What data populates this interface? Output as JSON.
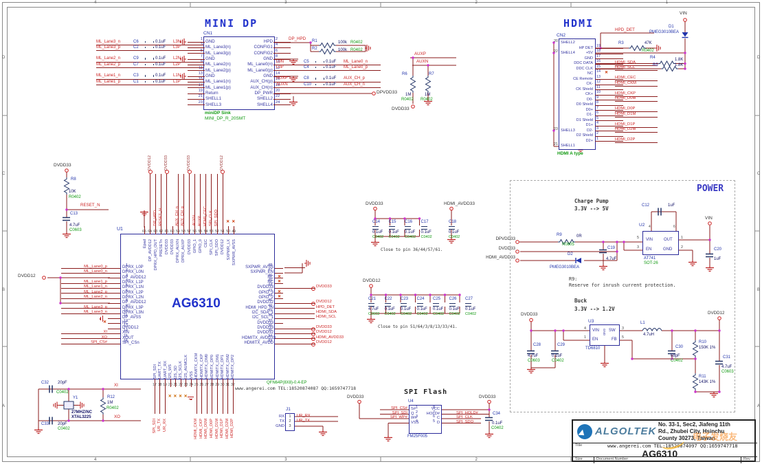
{
  "colors": {
    "wire": "#8a1a1a",
    "net_label": "#cc2222",
    "designator": "#2233aa",
    "value": "#111166",
    "footprint": "#119911",
    "pin_name": "#3333a0",
    "section_title": "#2233cc",
    "ground": "#bb2222",
    "junction": "#cc33cc"
  },
  "border": {
    "cols": [
      "4",
      "3",
      "2",
      "1"
    ],
    "rows": [
      "D",
      "C",
      "B",
      "A"
    ]
  },
  "minidp": {
    "title": "MINI DP",
    "connector": {
      "ref": "CN1",
      "desc": "miniDP Sink",
      "footprint": "MINI_DP_R_20SMT",
      "left_pins": [
        {
          "n": "1",
          "name": "GND"
        },
        {
          "n": "3",
          "name": "ML_Lane3(n)"
        },
        {
          "n": "5",
          "name": "ML_Lane3(p)"
        },
        {
          "n": "7",
          "name": "GND"
        },
        {
          "n": "9",
          "name": "ML_Lane2(n)"
        },
        {
          "n": "11",
          "name": "ML_Lane2(p)"
        },
        {
          "n": "13",
          "name": "GND"
        },
        {
          "n": "15",
          "name": "ML_Lane1(n)"
        },
        {
          "n": "17",
          "name": "ML_Lane1(p)"
        },
        {
          "n": "19",
          "name": "Return"
        },
        {
          "n": "21",
          "name": "SHELL1"
        },
        {
          "n": "23",
          "name": "SHELL3"
        }
      ],
      "right_pins": [
        {
          "n": "2",
          "name": "HPD"
        },
        {
          "n": "4",
          "name": "CONFIG1"
        },
        {
          "n": "6",
          "name": "CONFIG2"
        },
        {
          "n": "8",
          "name": "GND"
        },
        {
          "n": "10",
          "name": "ML_Lane0(n)"
        },
        {
          "n": "12",
          "name": "ML_Lane0(p)"
        },
        {
          "n": "14",
          "name": "GND"
        },
        {
          "n": "16",
          "name": "AUX_CH(p)"
        },
        {
          "n": "18",
          "name": "AUX_CH(n)"
        },
        {
          "n": "20",
          "name": "DP_PWR"
        },
        {
          "n": "22",
          "name": "SHELL2"
        },
        {
          "n": "24",
          "name": "SHELL4"
        }
      ]
    },
    "input_caps": [
      {
        "net": "ML_Lane3_n",
        "ref": "C6",
        "val": "0.1uF",
        "out": "L3N"
      },
      {
        "net": "ML_Lane3_p",
        "ref": "C2",
        "val": "0.1uF",
        "out": "L3P"
      },
      {
        "net": "ML_Lane2_n",
        "ref": "C9",
        "val": "0.1uF",
        "out": "L2N"
      },
      {
        "net": "ML_Lane2_p",
        "ref": "C7",
        "val": "0.1uF",
        "out": "L2P"
      },
      {
        "net": "ML_Lane1_n",
        "ref": "C3",
        "val": "0.1uF",
        "out": "L1N"
      },
      {
        "net": "ML_Lane1_p",
        "ref": "C1",
        "val": "0.1uF",
        "out": "L1P"
      }
    ],
    "output_caps": [
      {
        "in": "L0N",
        "ref": "C5",
        "val": "0.1uF",
        "out": "ML_Lane0_n"
      },
      {
        "in": "L0P",
        "ref": "C4",
        "val": "0.1uF",
        "out": "ML_Lane0_p"
      },
      {
        "in": "AUXP",
        "ref": "C8",
        "val": "0.1uF",
        "out": "AUX_CH_p"
      },
      {
        "in": "AUXN",
        "ref": "C10",
        "val": "0.1uF",
        "out": "AUX_CH_n"
      }
    ],
    "dp_hpd": "DP_HPD",
    "r1": {
      "ref": "R1",
      "val": "100k",
      "fp": "R0402"
    },
    "r2": {
      "ref": "R2",
      "val": "100k",
      "fp": "R0402"
    },
    "dp_pwr": "DPVDD33",
    "auxp": "AUXP",
    "auxn": "AUXN",
    "r6": {
      "ref": "R6",
      "val": "1M",
      "fp": "R0402"
    },
    "r7": {
      "ref": "R7",
      "val": "1M",
      "fp": "R0402"
    },
    "aux_rail": "DVDD33"
  },
  "hdmi": {
    "title": "HDMI",
    "connector": {
      "ref": "CN2",
      "type": "HDMI A type",
      "pins": [
        {
          "left": "SHELL2",
          "nl": "20"
        },
        {
          "n": "19",
          "name": "HP DET",
          "w": true
        },
        {
          "left": "SHELL4",
          "n": "18",
          "name": "+5V",
          "w": true,
          "nl": "22"
        },
        {
          "n": "17",
          "name": "GND",
          "w": true
        },
        {
          "n": "16",
          "name": "DDC DATA",
          "w": true,
          "sig": "HDMI_SDA"
        },
        {
          "n": "15",
          "name": "DDC CLK",
          "w": true,
          "sig": "HDMI_SCL"
        },
        {
          "n": "14",
          "name": "NC",
          "x": true
        },
        {
          "n": "13",
          "name": "CE Remote",
          "w": true,
          "sig": "HDMI_CEC"
        },
        {
          "n": "12",
          "name": "CK-",
          "w": true,
          "sig": "HDMI_CKM"
        },
        {
          "n": "11",
          "name": "CK Shield",
          "w": true
        },
        {
          "n": "10",
          "name": "CK+",
          "w": true,
          "sig": "HDMI_CKP"
        },
        {
          "n": "9",
          "name": "D0-",
          "w": true,
          "sig": "HDMI_D0M"
        },
        {
          "n": "8",
          "name": "D0 Shield",
          "w": true
        },
        {
          "n": "7",
          "name": "D0+",
          "w": true,
          "sig": "HDMI_D0P"
        },
        {
          "n": "6",
          "name": "D1-",
          "w": true,
          "sig": "HDMI_D1M"
        },
        {
          "n": "5",
          "name": "D1 Shield",
          "w": true
        },
        {
          "n": "4",
          "name": "D1+",
          "w": true,
          "sig": "HDMI_D1P"
        },
        {
          "left": "SHELL3",
          "n": "3",
          "name": "D2-",
          "w": true,
          "sig": "HDMI_D2M",
          "nl": "23"
        },
        {
          "n": "2",
          "name": "D2 Shield",
          "w": true
        },
        {
          "n": "1",
          "name": "D2+",
          "w": true,
          "sig": "HDMI_D2P"
        },
        {
          "left": "SHELL1",
          "nl": "21"
        }
      ]
    },
    "hpd": "HPD_DET",
    "r3": {
      "ref": "R3",
      "val": "47K",
      "fp": "R0402"
    },
    "r4": {
      "ref": "R4",
      "val": "1.8K"
    },
    "r5": {
      "ref": "R5",
      "val": "1.8K"
    },
    "d1": {
      "ref": "D1",
      "val": "PMEG3010BEA"
    },
    "vin": "VIN"
  },
  "chip": {
    "ref": "U1",
    "name": "AG6310",
    "package": "QFN64P(8X8)-0.4-EP",
    "vendor": "www.angerei.com TEL:18520874087 QQ:1659747718",
    "left_rail": "DVDD12",
    "left_pins": [
      {
        "n": "1",
        "name": "DPRX_L0P",
        "lab": "ML_Lane0_p",
        "long": true
      },
      {
        "n": "2",
        "name": "DPRX_L0N",
        "lab": "ML_Lane0_n",
        "long": true
      },
      {
        "n": "3",
        "name": "DP_AVDD12"
      },
      {
        "n": "4",
        "name": "DPRX_L1P",
        "lab": "ML_Lane1_p",
        "long": true
      },
      {
        "n": "5",
        "name": "DPRX_L1N",
        "lab": "ML_Lane1_n",
        "long": true
      },
      {
        "n": "6",
        "name": "DPRX_L2P",
        "lab": "ML_Lane2_p",
        "long": true
      },
      {
        "n": "7",
        "name": "DPRX_L2N",
        "lab": "ML_Lane2_n",
        "long": true
      },
      {
        "n": "8",
        "name": "DP_AVDD12"
      },
      {
        "n": "9",
        "name": "DPRX_L3P",
        "lab": "ML_Lane3_p",
        "long": true
      },
      {
        "n": "10",
        "name": "DPRX_L3N",
        "lab": "ML_Lane3_n",
        "long": true
      },
      {
        "n": "11",
        "name": "DP_AVSS",
        "gnd": true
      },
      {
        "n": "12",
        "name": "NC",
        "x": true
      },
      {
        "n": "13",
        "name": "DVDD12"
      },
      {
        "n": "14",
        "name": "XIN",
        "lab": "XI",
        "long": true
      },
      {
        "n": "15",
        "name": "XOUT",
        "lab": "XO",
        "long": true
      },
      {
        "n": "16",
        "name": "SPI_CSn",
        "lab": "SPI_CS#",
        "long": true
      }
    ],
    "right_pins": [
      {
        "n": "48",
        "name": "SXPWR_AVSS"
      },
      {
        "n": "47",
        "name": "SXPWR_EN"
      },
      {
        "n": "46",
        "name": "NC",
        "x": true
      },
      {
        "n": "45",
        "name": "NC",
        "x": true
      },
      {
        "n": "44",
        "name": "DVDD33",
        "lab": "DVDD33",
        "circ": true,
        "long": true
      },
      {
        "n": "43",
        "name": "GPIO_3",
        "x": true
      },
      {
        "n": "42",
        "name": "GPIO_2",
        "x": true
      },
      {
        "n": "41",
        "name": "DVDD12",
        "lab": "DVDD12",
        "circ": true,
        "long": true
      },
      {
        "n": "40",
        "name": "HDMI_HPD_IN",
        "lab": "HPD_DET",
        "long": true
      },
      {
        "n": "39",
        "name": "I2C_SDA_1",
        "lab": "HDMI_SDA",
        "long": true
      },
      {
        "n": "38",
        "name": "I2C_SCL_1",
        "lab": "HDMI_SCL",
        "long": true
      },
      {
        "n": "37",
        "name": "DVDD33"
      },
      {
        "n": "36",
        "name": "DVDD33",
        "lab": "DVDD33",
        "circ": true,
        "long": true
      },
      {
        "n": "35",
        "name": "DVDD12",
        "lab": "DVDD12",
        "circ": true,
        "long": true
      },
      {
        "n": "34",
        "name": "HDMITX_AVDD33",
        "lab": "HDMI_AVDD33",
        "circ": true,
        "long": true
      },
      {
        "n": "33",
        "name": "HDMITX_AVDD",
        "lab": "DVDD12",
        "circ": true,
        "long": true
      }
    ],
    "top_pins": [
      {
        "n": "65",
        "name": "Epad",
        "gnd": true
      },
      {
        "n": "64",
        "name": "DP_AVDD12",
        "pwr": "DVDD12",
        "deep": true
      },
      {
        "n": "63",
        "name": "DPRX_HPD_OUT",
        "lab": "DP_HPD",
        "deep": true
      },
      {
        "n": "62",
        "name": "PRESETn",
        "lab": "RESET_N",
        "deep": true
      },
      {
        "n": "61",
        "name": "DVDD33",
        "pwr": "DVDD33",
        "deep": true
      },
      {
        "n": "60",
        "name": "DVDD33"
      },
      {
        "n": "59",
        "name": "DPRX_AUXN",
        "lab": "AUX_CH_n",
        "deep": true
      },
      {
        "n": "58",
        "name": "DPRX_AUXP",
        "lab": "AUX_CH_p",
        "deep": true
      },
      {
        "n": "57",
        "name": "DVDD33",
        "pwr": "DVDD33",
        "deep": true
      },
      {
        "n": "56",
        "name": "GPIO_1",
        "lab": "AUXN",
        "deep": true
      },
      {
        "n": "55",
        "name": "GPIO_0",
        "lab": "AUXP",
        "deep": true
      },
      {
        "n": "54",
        "name": "CEC",
        "lab": "HDMI_CEC",
        "deep": true
      },
      {
        "n": "53",
        "name": "SPI_CLK",
        "lab": "SPI_CLK",
        "deep": true
      },
      {
        "n": "52",
        "name": "SPI_SDO",
        "lab": "SPI_SDO",
        "deep": true
      },
      {
        "n": "51",
        "name": "DVDD12",
        "pwr": "DVDD12",
        "deep": true
      },
      {
        "n": "50",
        "name": "SXPWR_LX",
        "x": true
      },
      {
        "n": "49",
        "name": "SXPWR_AVSS",
        "x": true
      }
    ],
    "bottom_pins": [
      {
        "n": "17",
        "name": "SPI_SDI",
        "lab": "SPI_SDI",
        "deep": true
      },
      {
        "n": "18",
        "name": "UART_TX",
        "lab": "UR_TX",
        "deep": true
      },
      {
        "n": "19",
        "name": "UART_RX",
        "lab": "UR_RX",
        "deep": true
      },
      {
        "n": "20",
        "name": "I2S_WS",
        "x": true
      },
      {
        "n": "21",
        "name": "I2S_SD",
        "x": true
      },
      {
        "n": "22",
        "name": "I2S_SCLK",
        "x": true
      },
      {
        "n": "23",
        "name": "I2S_AUMCLK",
        "x": true
      },
      {
        "n": "24",
        "name": "VSS",
        "gnd": true
      },
      {
        "n": "25",
        "name": "HDMITX_CKM",
        "lab": "HDMI_CKM",
        "deep": true
      },
      {
        "n": "26",
        "name": "HDMITX_CKP",
        "lab": "HDMI_CKP",
        "deep": true
      },
      {
        "n": "27",
        "name": "HDMITX_DM0",
        "lab": "HDMI_D0M",
        "deep": true
      },
      {
        "n": "28",
        "name": "HDMITX_DP0",
        "lab": "HDMI_D0P",
        "deep": true
      },
      {
        "n": "29",
        "name": "HDMITX_DM1",
        "lab": "HDMI_D1M",
        "deep": true
      },
      {
        "n": "30",
        "name": "HDMITX_DP1",
        "lab": "HDMI_D1P",
        "deep": true
      },
      {
        "n": "31",
        "name": "HDMITX_DM2",
        "lab": "HDMI_D2M",
        "deep": true
      },
      {
        "n": "32",
        "name": "HDMITX_DP2",
        "lab": "HDMI_D2P",
        "deep": true
      }
    ]
  },
  "banks": {
    "dvdd33": {
      "rail": "DVDD33",
      "note": "Close to pin 36/44/57/61.",
      "caps": [
        {
          "ref": "C14",
          "val": "0.1uF",
          "fp": "C0402"
        },
        {
          "ref": "C15",
          "val": "0.1uF",
          "fp": "C0402"
        },
        {
          "ref": "C16",
          "val": "0.1uF",
          "fp": "C0402"
        },
        {
          "ref": "C17",
          "val": "0.1uF",
          "fp": "C0402"
        }
      ]
    },
    "hdmi": {
      "rail": "HDMI_AVDD33",
      "caps": [
        {
          "ref": "C18",
          "val": "0.1uF",
          "fp": "C0402"
        }
      ]
    },
    "dvdd12": {
      "rail": "DVDD12",
      "note": "Close to pin 51/64/3/8/13/33/41.",
      "caps": [
        {
          "ref": "C21",
          "val": "4.7uF",
          "fp": "C0603"
        },
        {
          "ref": "C22",
          "val": "0.1uF",
          "fp": "C0402"
        },
        {
          "ref": "C23",
          "val": "0.1uF",
          "fp": "C0402"
        },
        {
          "ref": "C24",
          "val": "0.1uF",
          "fp": "C0402"
        },
        {
          "ref": "C25",
          "val": "0.1uF",
          "fp": "C0402"
        },
        {
          "ref": "C26",
          "val": "0.1uF",
          "fp": "C0402"
        },
        {
          "ref": "C27",
          "val": "0.1uF",
          "fp": "C0402"
        }
      ]
    }
  },
  "reset": {
    "rail": "DVDD33",
    "net": "RESET_N",
    "r8": {
      "ref": "R8",
      "val": "10K",
      "fp": "R0402"
    },
    "c13": {
      "ref": "C13",
      "val": "4.7uF",
      "fp": "C0603"
    }
  },
  "crystal": {
    "c32": {
      "ref": "C32",
      "val": "20pF",
      "fp": "C0402"
    },
    "c33": {
      "ref": "C33",
      "val": "20pF",
      "fp": "C0402"
    },
    "y1": {
      "ref": "Y1",
      "val": "27MHZ/NC",
      "fp": "XTAL3225"
    },
    "r12": {
      "ref": "R12",
      "val": "1M",
      "fp": "R0402"
    },
    "xi": "XI",
    "xo": "XO"
  },
  "power": {
    "title": "POWER",
    "cp": {
      "heading": "Charge Pump",
      "sub": "3.3V --> 5V",
      "u2": {
        "ref": "U2",
        "part": "AT741",
        "fp": "SOT-26",
        "pin_vin": "VIN",
        "pin_en": "EN",
        "pin_out": "OUT",
        "pin_gnd": "GND",
        "n_vin": "5",
        "n_en": "3",
        "n_out": "1",
        "n_gnd": "2",
        "n_t1": "4",
        "n_t2": "6"
      },
      "c12": {
        "ref": "C12",
        "val": "1uF"
      },
      "c19": {
        "ref": "C19",
        "val": "4.7uF"
      },
      "c20": {
        "ref": "C20",
        "val": "1uF"
      },
      "r9": {
        "ref": "R9",
        "val": "0R",
        "fp": "R0805"
      },
      "d2": {
        "ref": "D2",
        "val": "PMEG3010BEA"
      },
      "in1": "DPVDD33",
      "in2": "DVDD33",
      "in3": "HDMI_AVDD33",
      "out": "VIN",
      "note1": "R9:",
      "note2": "Reserve for inrush current protection."
    },
    "buck": {
      "heading": "Buck",
      "sub": "3.3V --> 1.2V",
      "u3": {
        "ref": "U3",
        "part": "TD6810",
        "pin_vin": "VIN",
        "pin_sw": "SW",
        "pin_en": "EN",
        "pin_fb": "FB",
        "pin_gnd": "GND",
        "n_vin": "4",
        "n_en": "1",
        "n_sw": "3",
        "n_fb": "5"
      },
      "l1": {
        "ref": "L1",
        "val": "4.7uH"
      },
      "c28": {
        "ref": "C28",
        "val": "4.7uF",
        "fp": "C0603"
      },
      "c29": {
        "ref": "C29",
        "val": "0.1uF",
        "fp": "C0402"
      },
      "c30": {
        "ref": "C30",
        "val": "68pF",
        "fp": "C0402"
      },
      "c31": {
        "ref": "C31",
        "val": "4.7uF",
        "fp": "C0603"
      },
      "r10": {
        "ref": "R10",
        "val": "150K 1%"
      },
      "r11": {
        "ref": "R11",
        "val": "143K 1%"
      },
      "in": "DVDD33",
      "out": "DVDD12"
    }
  },
  "spi": {
    "title": "SPI Flash",
    "u4": {
      "ref": "U4",
      "part": "FM25F005",
      "left_pins": [
        {
          "n": "1",
          "name": "S#"
        },
        {
          "n": "2",
          "name": "Q"
        },
        {
          "n": "3",
          "name": "W#"
        },
        {
          "n": "4",
          "name": "VSS"
        }
      ],
      "right_pins": [
        {
          "n": "8",
          "name": "VCC"
        },
        {
          "n": "7",
          "name": "HOLD#"
        },
        {
          "n": "6",
          "name": "C"
        },
        {
          "n": "5",
          "name": "D"
        }
      ]
    },
    "left_nets": [
      "SPI_CS#",
      "SPI_SDI",
      "SPI_WP#"
    ],
    "right_nets": [
      "SPI_HOLD#",
      "SPI_CLK",
      "SPI_SDO"
    ],
    "rail": "DVDD33",
    "rail2": "DVDD33",
    "c34": {
      "ref": "C34",
      "val": "0.1uF",
      "fp": "C0402"
    }
  },
  "uart": {
    "j1": {
      "ref": "J1",
      "pins": [
        {
          "n": "1",
          "name": "RX",
          "sig": "UR_RX"
        },
        {
          "n": "2",
          "name": "TX",
          "sig": "UR_TX"
        },
        {
          "n": "3",
          "name": "GND"
        }
      ]
    }
  },
  "titleblock": {
    "brand": "ALGOLTEK",
    "addr1": "No. 33-1, Sec2, Jiafeng 11th",
    "addr2": "Rd., Zhubei City, Hsinchu",
    "addr3": "County 30273, Taiwan",
    "title_label": "Title",
    "website": "www.angerei.com TEL:18520874097 QQ:1659747718",
    "doc_title": "AG6310",
    "size_label": "Size",
    "docnum_label": "Document Number",
    "rev_label": "Rev"
  },
  "watermark": "电子发烧友"
}
